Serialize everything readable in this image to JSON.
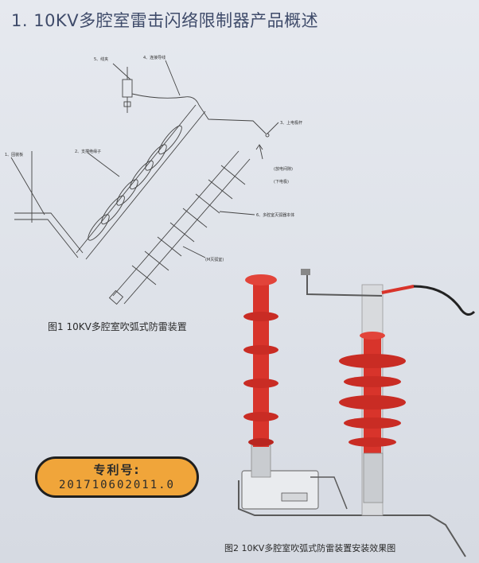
{
  "page": {
    "title": "1. 10KV多腔室雷击闪络限制器产品概述"
  },
  "figure1": {
    "caption": "图1 10KV多腔室吹弧式防雷装置",
    "labels": {
      "l5": "5、线夹",
      "l4": "4、连接导线",
      "l3": "3、上电极杆",
      "l1": "1、固装板",
      "l2": "2、支撑绝缘子",
      "l_gap": "(放电间隙)",
      "l_gap2": "(下电极)",
      "l6": "6、多腔室灭弧器本体",
      "l_chamber": "(M灭弧室)"
    }
  },
  "figure2": {
    "caption": "图2 10KV多腔室吹弧式防雷装置安装效果图"
  },
  "patent": {
    "label": "专利号:",
    "number": "201710602011.0"
  },
  "colors": {
    "background": "#dfe3ea",
    "title": "#3f4b6a",
    "insulator_red": "#d8342b",
    "badge_orange": "#f0a53a"
  }
}
